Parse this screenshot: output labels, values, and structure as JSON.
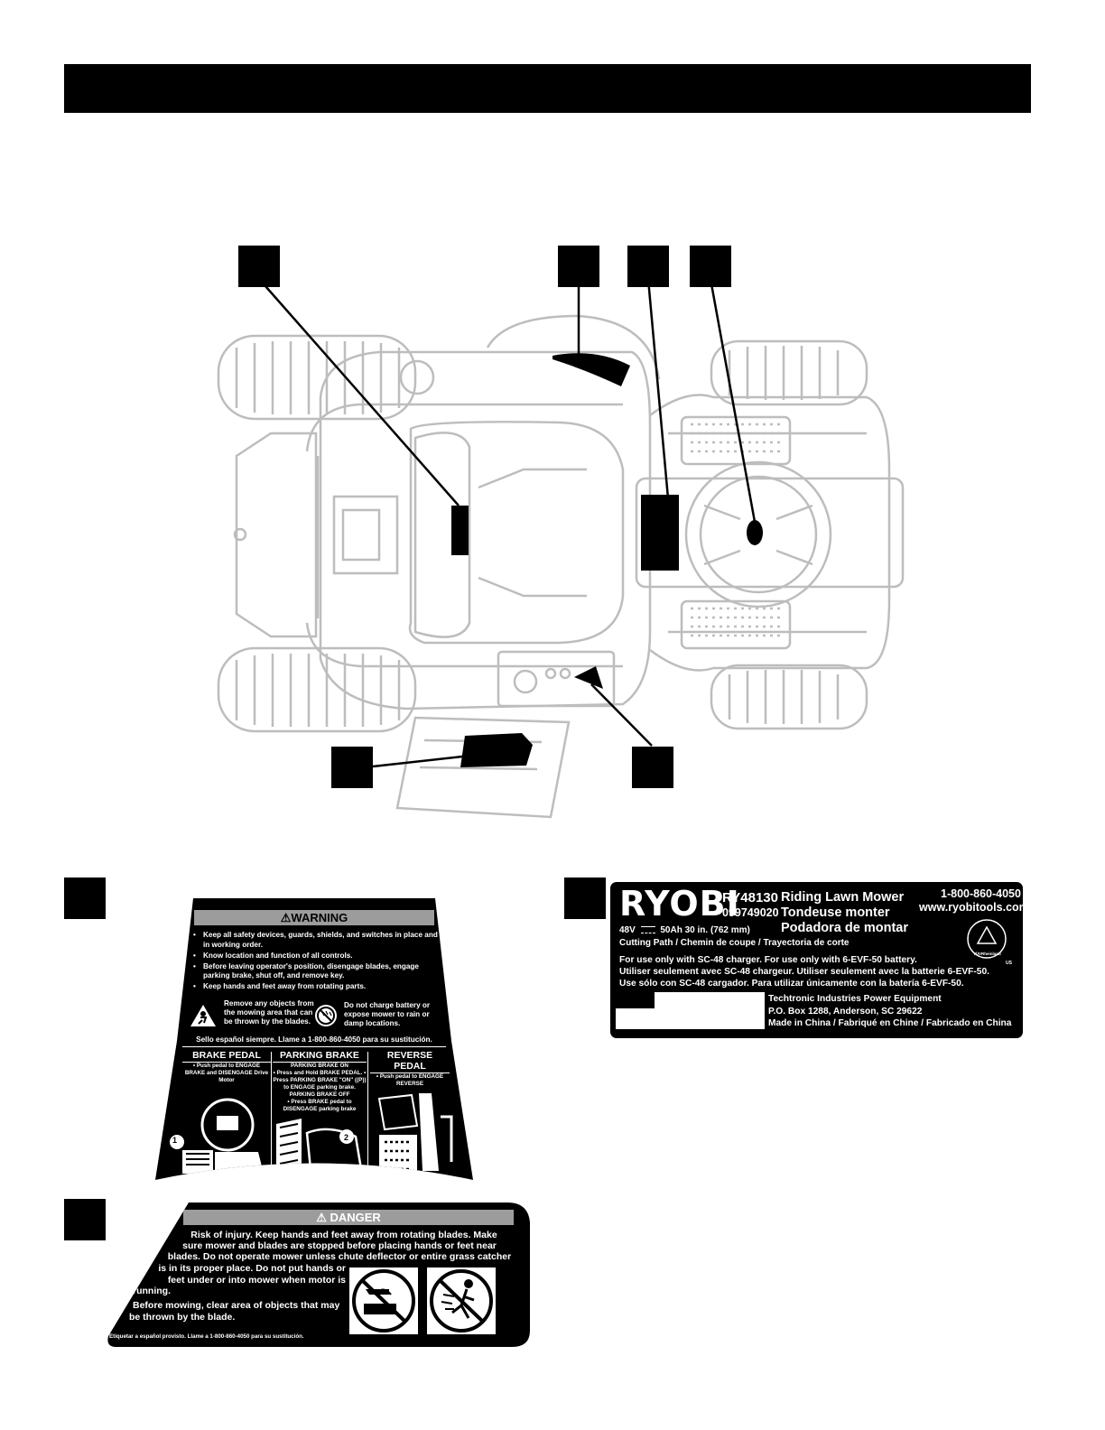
{
  "callouts": [
    "",
    "",
    "",
    "",
    "",
    ""
  ],
  "warning_decal": {
    "header": "WARNING",
    "bullets": [
      "Keep all safety devices, guards, shields, and switches in place and in working order.",
      "Know location and function of all controls.",
      "Before leaving operator's position, disengage blades, engage parking brake, shut off, and remove key.",
      "Keep hands and feet away from rotating parts."
    ],
    "objects_text": "Remove any objects from the mowing area that can be thrown by the blades.",
    "battery_text": "Do not charge battery or expose mower to rain or damp locations.",
    "sello": "Sello español siempre. Llame a 1-800-860-4050 para su sustitución.",
    "brake_pedal": {
      "title": "BRAKE PEDAL",
      "text": "• Push pedal to ENGAGE BRAKE and DISENGAGE Drive Motor"
    },
    "parking_brake": {
      "title": "PARKING BRAKE",
      "on_label": "PARKING BRAKE ON",
      "on_steps": "• Press and Hold BRAKE PEDAL. • Press PARKING BRAKE \"ON\" ((P)) to ENGAGE parking brake.",
      "off_label": "PARKING BRAKE OFF",
      "off_steps": "• Press BRAKE pedal to DISENGAGE parking brake"
    },
    "reverse_pedal": {
      "title": "REVERSE PEDAL",
      "text": "• Push pedal to ENGAGE REVERSE"
    },
    "step_1": "1",
    "step_2": "2"
  },
  "danger_decal": {
    "header": "DANGER",
    "line_1": "Risk of injury. Keep hands and feet away from rotating blades. Make",
    "line_2": "sure mower and blades are stopped before placing hands or feet near",
    "line_3": "blades. Do not operate mower unless chute deflector or entire grass catcher",
    "line_4": "is in its proper place. Do not put hands or",
    "line_5": "feet under or into mower when motor is",
    "line_6": "running.",
    "line_7": "Before mowing, clear area of objects that may",
    "line_8": "be thrown by the blade.",
    "footer": "Etiquetar a español provisto. Llame a 1-800-860-4050 para su sustitución."
  },
  "product_label": {
    "brand": "RYOBI",
    "model": "RY48130",
    "part_number": "099749020",
    "name_en": "Riding Lawn Mower",
    "name_fr": "Tondeuse monter",
    "name_es": "Podadora de montar",
    "phone": "1-800-860-4050",
    "website": "www.ryobitools.com",
    "voltage": "48V",
    "capacity": "50Ah",
    "cutting_width": "30 in. (762 mm)",
    "cutting_path": "Cutting Path / Chemin de coupe / Trayectoria de corte",
    "usage_en": "For use only with SC-48 charger. For use only with 6-EVF-50 battery.",
    "usage_fr": "Utiliser seulement avec SC-48 chargeur. Utiliser seulement avec la batterie 6-EVF-50.",
    "usage_es": "Use sólo con SC-48 cargador. Para utilizar únicamente con la batería 6-EVF-50.",
    "company": "Techtronic Industries Power Equipment",
    "address": "P.O. Box 1288, Anderson, SC 29622",
    "origin": "Made in China / Fabriqué en Chine / Fabricado en China",
    "cert": "TÜVRheinland",
    "cert_us": "US"
  }
}
